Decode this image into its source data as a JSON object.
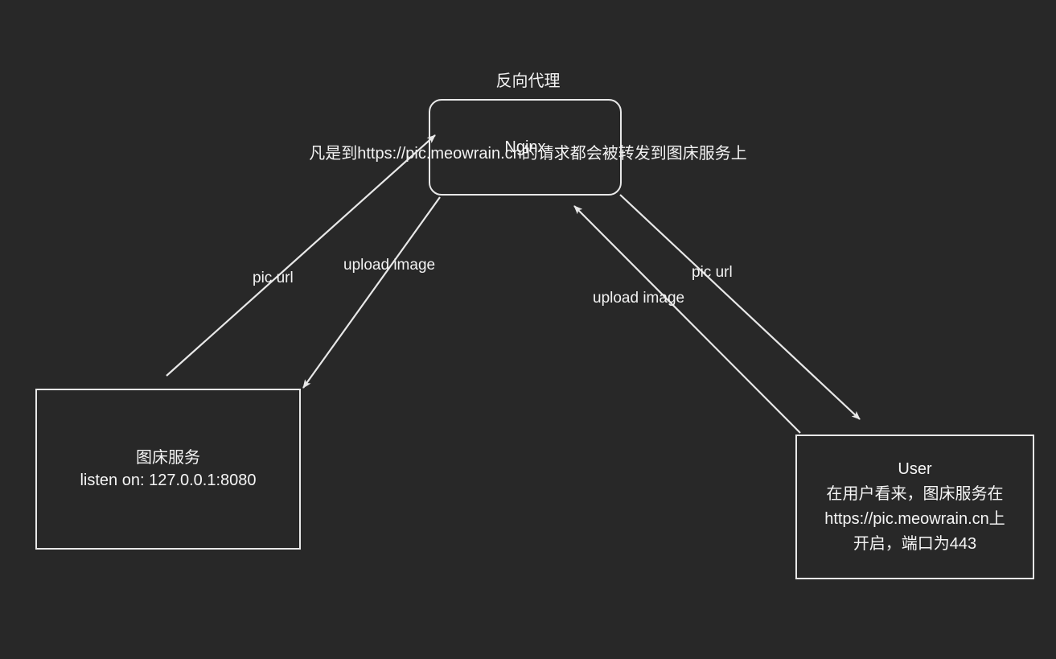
{
  "diagram": {
    "type": "flow",
    "background_color": "#282828",
    "stroke_color": "#e8e8e8",
    "text_color": "#f5f5f5",
    "title": {
      "line1": "反向代理",
      "line2": "凡是到https://pic.meowrain.cn的请求都会被转发到图床服务上"
    },
    "nodes": [
      {
        "id": "nginx",
        "label": "Nginx",
        "shape": "rounded-rect",
        "lines": [
          "Nginx"
        ]
      },
      {
        "id": "imagehost",
        "label": "图床服务",
        "shape": "rect",
        "lines": [
          "图床服务",
          "listen on: 127.0.0.1:8080"
        ]
      },
      {
        "id": "user",
        "label": "User",
        "shape": "rect",
        "lines": [
          "User",
          "在用户看来，图床服务在",
          "https://pic.meowrain.cn上",
          "开启，端口为443"
        ]
      }
    ],
    "edges": [
      {
        "id": "imagehost-to-nginx",
        "from": "imagehost",
        "to": "nginx",
        "label": "pic url"
      },
      {
        "id": "nginx-to-imagehost",
        "from": "nginx",
        "to": "imagehost",
        "label": "upload image"
      },
      {
        "id": "nginx-to-user",
        "from": "nginx",
        "to": "user",
        "label": "pic url"
      },
      {
        "id": "user-to-nginx",
        "from": "user",
        "to": "nginx",
        "label": "upload image"
      }
    ]
  }
}
